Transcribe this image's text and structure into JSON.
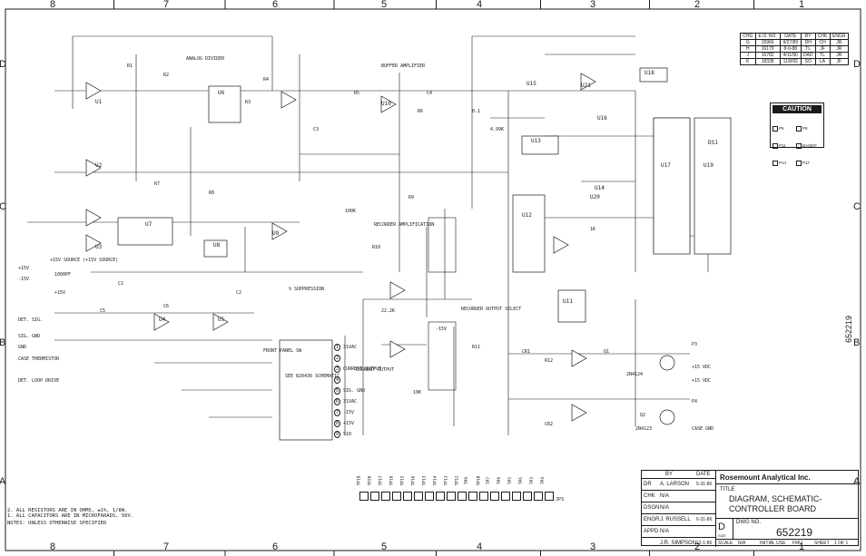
{
  "zones": {
    "columns": [
      "8",
      "7",
      "6",
      "5",
      "4",
      "3",
      "2",
      "1"
    ],
    "rows": [
      "D",
      "C",
      "B",
      "A"
    ]
  },
  "title_block": {
    "company": "Rosemount Analytical Inc.",
    "title_label": "TITLE",
    "title_line1": "DIAGRAM, SCHEMATIC-",
    "title_line2": "CONTROLLER BOARD",
    "by_label": "BY",
    "date_label": "DATE",
    "dwg_no_label": "DWG NO.",
    "dwg_no": "652219",
    "size_label": "SIZE",
    "size": "D",
    "scale_label": "SCALE",
    "scale": "N/A",
    "initial_use_label": "INITIAL USE",
    "initial_use": "FMU",
    "sheet_label": "SHEET",
    "sheet": "1 OF 1",
    "rows": [
      {
        "role": "DR",
        "name": "A. LARSON",
        "date": "5-31-86"
      },
      {
        "role": "CHK",
        "name": "N/A",
        "date": ""
      },
      {
        "role": "DSGN",
        "name": "N/A",
        "date": ""
      },
      {
        "role": "ENGR",
        "name": "J. RUSSELL",
        "date": "6-31-86"
      },
      {
        "role": "APPD",
        "name": "N/A",
        "date": ""
      },
      {
        "role": "",
        "name": "J.R. SIMPSON",
        "date": "12-1-86"
      }
    ]
  },
  "revision_table": {
    "headers": [
      "CHG",
      "E.O. NO.",
      "DATE",
      "BY",
      "CHK",
      "ENGR"
    ],
    "rows": [
      [
        "G",
        "15966",
        "9/27/89",
        "DH",
        "CH",
        "JR"
      ],
      [
        "H",
        "16179",
        "8-9-88",
        "TL",
        "JF",
        "JR"
      ],
      [
        "J",
        "16782",
        "4/11/90",
        "DAD",
        "TL",
        "JR"
      ],
      [
        "K",
        "18338",
        "11/8/92",
        "SO",
        "LA",
        "JF"
      ]
    ]
  },
  "caution": {
    "title": "CAUTION",
    "options": [
      "P5",
      "P8",
      "P11",
      "BASE/F",
      "P14",
      "P17"
    ]
  },
  "notes": {
    "heading": "NOTES: UNLESS OTHERWISE SPECIFIED",
    "items": [
      "1. ALL CAPACITORS ARE IN MICROFARADS, 50V.",
      "2. ALL RESISTORS ARE IN OHMS, ±1%, 1/8W."
    ]
  },
  "side_stamp": "652219",
  "blocks": {
    "analog_divider": "ANALOG DIVIDER",
    "buffer_amplifier": "BUFFER AMPLIFIER",
    "recorder_amplification": "RECORDER AMPLIFICATION",
    "suppression": "% SUPPRESSION",
    "recorder_output": "RECORDER OUTPUT SELECT",
    "current_output": "CURRENT OUTPUT",
    "current_source": "+15V SOURCE (+15V SOURCE)",
    "front_panel": "FRONT PANEL SW",
    "board_ref": "SEE 820436 SCHEMATIC"
  },
  "connector_j4": [
    {
      "pin": "1",
      "label": "31VAC"
    },
    {
      "pin": "2",
      "label": ""
    },
    {
      "pin": "3",
      "label": "CURRENT OUTPUT"
    },
    {
      "pin": "4",
      "label": ""
    },
    {
      "pin": "5",
      "label": "SIG. GND"
    },
    {
      "pin": "6",
      "label": "31VAC"
    },
    {
      "pin": "7",
      "label": "-15V"
    },
    {
      "pin": "8",
      "label": "+15V"
    },
    {
      "pin": "9",
      "label": "S10"
    }
  ],
  "left_terminals": [
    "+15V",
    "-15V",
    "DET. SIG.",
    "SIG. GND",
    "GND",
    "CASE THERMISTOR",
    "DET. LOOP DRIVE"
  ],
  "right_terminals": [
    "P3",
    "+15 VDC",
    "+15 VDC",
    "P4",
    "CASE GND"
  ],
  "chips": [
    "U1",
    "U2",
    "U3",
    "U4",
    "U5",
    "U6",
    "U7",
    "U8",
    "U9",
    "U10",
    "U11",
    "U12",
    "U13",
    "U14",
    "U15",
    "U16",
    "U17",
    "U18",
    "U19",
    "U20",
    "U21",
    "DS1"
  ],
  "test_points": [
    "TP19",
    "TP20",
    "TP17",
    "TP18",
    "TP15",
    "TP16",
    "TP13",
    "TP14",
    "TP11",
    "TP12",
    "TP9",
    "TP10",
    "TP7",
    "TP8",
    "TP5",
    "TP6",
    "TP3",
    "TP4"
  ],
  "tp_jumper": "JP3",
  "component_labels": [
    "R1",
    "R2",
    "R3",
    "R4",
    "R5",
    "R6",
    "R7",
    "R8",
    "R9",
    "R10",
    "R11",
    "R12",
    "C1",
    "C2",
    "C3",
    "C4",
    "C5",
    "C6",
    "CR1",
    "CR2",
    "Q1",
    "Q2",
    "2N4123",
    "2N4124",
    "1K",
    "10K",
    "100K",
    "22.2K",
    "4.99K",
    "0.1",
    "1000PF",
    "+15V",
    "-15V"
  ],
  "colors": {
    "ink": "#1a1a1a",
    "paper": "#ffffff"
  }
}
